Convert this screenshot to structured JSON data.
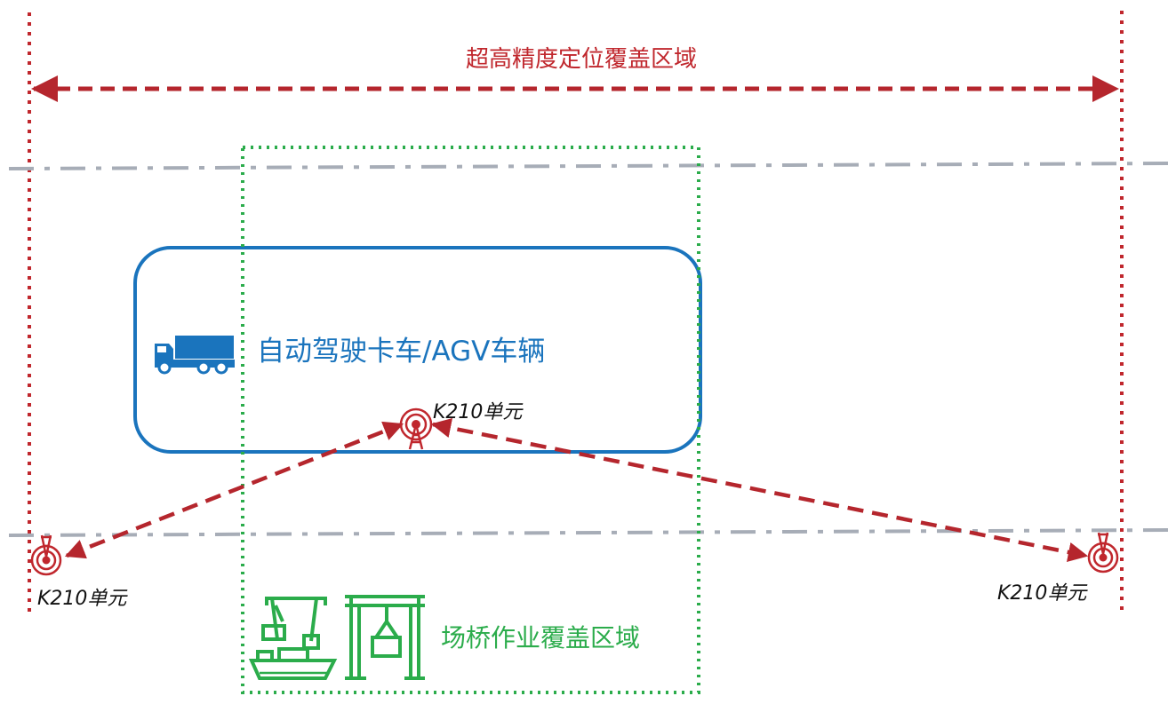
{
  "coverage": {
    "title": "超高精度定位覆盖区域"
  },
  "vehicle_zone": {
    "label": "自动驾驶卡车/AGV车辆",
    "icon": "truck-icon"
  },
  "crane_zone": {
    "label": "场桥作业覆盖区域",
    "icons": [
      "crane-ship-icon",
      "gantry-crane-icon"
    ]
  },
  "units": {
    "center": "K210单元",
    "left": "K210单元",
    "right": "K210单元",
    "icon": "radio-tower-icon"
  },
  "colors": {
    "coverage": "#c0272d",
    "vehicle": "#1a74bd",
    "crane": "#2bac4b",
    "road": "#a7adb7",
    "link": "#b5262d"
  }
}
